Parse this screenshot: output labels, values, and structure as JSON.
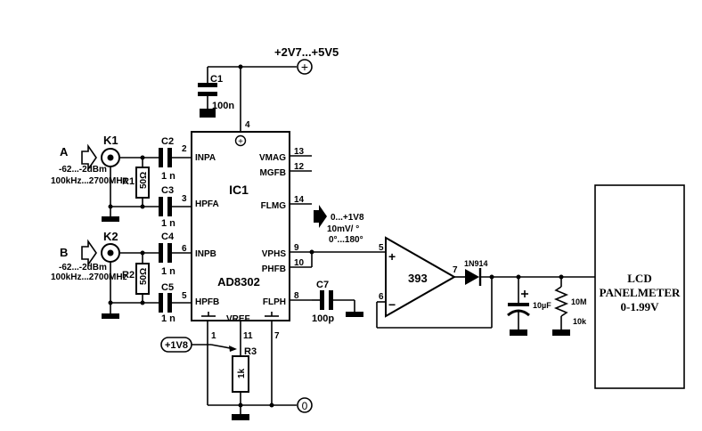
{
  "supply": {
    "label": "+2V7...+5V5",
    "symbol": "+"
  },
  "ground_symbol": "0",
  "ic": {
    "ref": "IC1",
    "part": "AD8302",
    "supply_pin": "4",
    "pins_left": [
      {
        "num": "2",
        "name": "INPA"
      },
      {
        "num": "3",
        "name": "HPFA"
      },
      {
        "num": "6",
        "name": "INPB"
      },
      {
        "num": "5",
        "name": "HPFB"
      }
    ],
    "pins_right": [
      {
        "num": "13",
        "name": "VMAG"
      },
      {
        "num": "12",
        "name": "MGFB"
      },
      {
        "num": "14",
        "name": "FLMG"
      },
      {
        "num": "9",
        "name": "VPHS"
      },
      {
        "num": "10",
        "name": "PHFB"
      },
      {
        "num": "8",
        "name": "FLPH"
      }
    ],
    "pins_bottom": [
      {
        "num": "1"
      },
      {
        "num": "11",
        "name": "VREF"
      },
      {
        "num": "7"
      }
    ]
  },
  "inputs": [
    {
      "label": "A",
      "connector": "K1",
      "level": "-62...-2dBm",
      "freq": "100kHz...2700MHz"
    },
    {
      "label": "B",
      "connector": "K2",
      "level": "-62...-2dBm",
      "freq": "100kHz...2700MHz"
    }
  ],
  "resistors": [
    {
      "ref": "R1",
      "value": "50Ω"
    },
    {
      "ref": "R2",
      "value": "50Ω"
    },
    {
      "ref": "R3",
      "value": "1k"
    }
  ],
  "capacitors": [
    {
      "ref": "C1",
      "value": "100n"
    },
    {
      "ref": "C2",
      "value": "1 n"
    },
    {
      "ref": "C3",
      "value": "1 n"
    },
    {
      "ref": "C4",
      "value": "1 n"
    },
    {
      "ref": "C5",
      "value": "1 n"
    },
    {
      "ref": "C7",
      "value": "100p"
    }
  ],
  "phase_output": {
    "range": "0...+1V8",
    "scale": "10mV/ °",
    "angle": "0°...180°"
  },
  "vref_label": "+1V8",
  "comparator": {
    "part": "393",
    "pin_plus": "5",
    "pin_minus": "6",
    "pin_out": "7",
    "plus_sign": "+",
    "minus_sign": "−"
  },
  "diode": {
    "part": "1N914"
  },
  "output_filter": {
    "cap_value": "10µF",
    "res_value": "10M",
    "res2_value": "10k"
  },
  "meter": {
    "line1": "LCD",
    "line2": "PANELMETER",
    "line3": "0-1.99V"
  }
}
